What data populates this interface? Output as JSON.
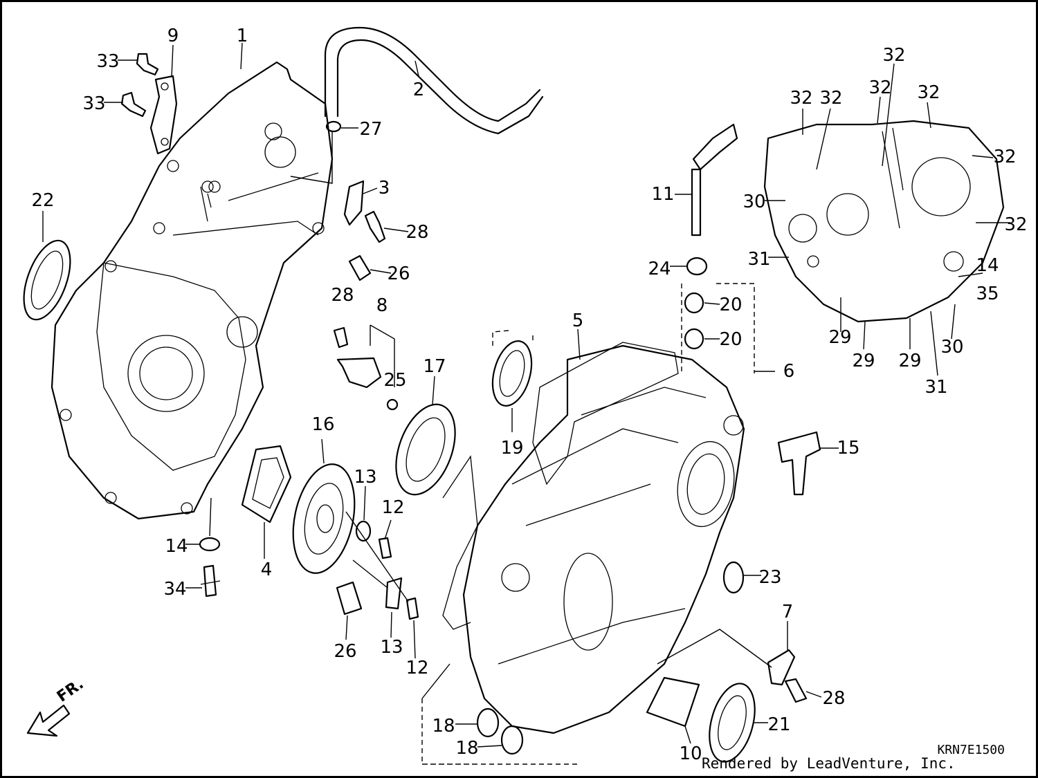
{
  "drawing_code": "KRN7E1500",
  "credit": "Rendered by LeadVenture, Inc.",
  "front_indicator": "FR.",
  "callouts": [
    {
      "id": "c1",
      "text": "1"
    },
    {
      "id": "c2",
      "text": "2"
    },
    {
      "id": "c3",
      "text": "3"
    },
    {
      "id": "c4",
      "text": "4"
    },
    {
      "id": "c5",
      "text": "5"
    },
    {
      "id": "c6",
      "text": "6"
    },
    {
      "id": "c7",
      "text": "7"
    },
    {
      "id": "c8",
      "text": "8"
    },
    {
      "id": "c9",
      "text": "9"
    },
    {
      "id": "c10",
      "text": "10"
    },
    {
      "id": "c11",
      "text": "11"
    },
    {
      "id": "c12a",
      "text": "12"
    },
    {
      "id": "c12b",
      "text": "12"
    },
    {
      "id": "c13a",
      "text": "13"
    },
    {
      "id": "c13b",
      "text": "13"
    },
    {
      "id": "c14a",
      "text": "14"
    },
    {
      "id": "c14b",
      "text": "14"
    },
    {
      "id": "c15",
      "text": "15"
    },
    {
      "id": "c16",
      "text": "16"
    },
    {
      "id": "c17",
      "text": "17"
    },
    {
      "id": "c18a",
      "text": "18"
    },
    {
      "id": "c18b",
      "text": "18"
    },
    {
      "id": "c19",
      "text": "19"
    },
    {
      "id": "c20a",
      "text": "20"
    },
    {
      "id": "c20b",
      "text": "20"
    },
    {
      "id": "c21",
      "text": "21"
    },
    {
      "id": "c22",
      "text": "22"
    },
    {
      "id": "c23",
      "text": "23"
    },
    {
      "id": "c24",
      "text": "24"
    },
    {
      "id": "c25",
      "text": "25"
    },
    {
      "id": "c26a",
      "text": "26"
    },
    {
      "id": "c26b",
      "text": "26"
    },
    {
      "id": "c27",
      "text": "27"
    },
    {
      "id": "c28a",
      "text": "28"
    },
    {
      "id": "c28b",
      "text": "28"
    },
    {
      "id": "c28c",
      "text": "28"
    },
    {
      "id": "c29a",
      "text": "29"
    },
    {
      "id": "c29b",
      "text": "29"
    },
    {
      "id": "c29c",
      "text": "29"
    },
    {
      "id": "c30a",
      "text": "30"
    },
    {
      "id": "c30b",
      "text": "30"
    },
    {
      "id": "c31a",
      "text": "31"
    },
    {
      "id": "c31b",
      "text": "31"
    },
    {
      "id": "c32a",
      "text": "32"
    },
    {
      "id": "c32b",
      "text": "32"
    },
    {
      "id": "c32c",
      "text": "32"
    },
    {
      "id": "c32d",
      "text": "32"
    },
    {
      "id": "c32e",
      "text": "32"
    },
    {
      "id": "c32f",
      "text": "32"
    },
    {
      "id": "c32g",
      "text": "32"
    },
    {
      "id": "c33a",
      "text": "33"
    },
    {
      "id": "c33b",
      "text": "33"
    },
    {
      "id": "c34",
      "text": "34"
    },
    {
      "id": "c35",
      "text": "35"
    }
  ]
}
